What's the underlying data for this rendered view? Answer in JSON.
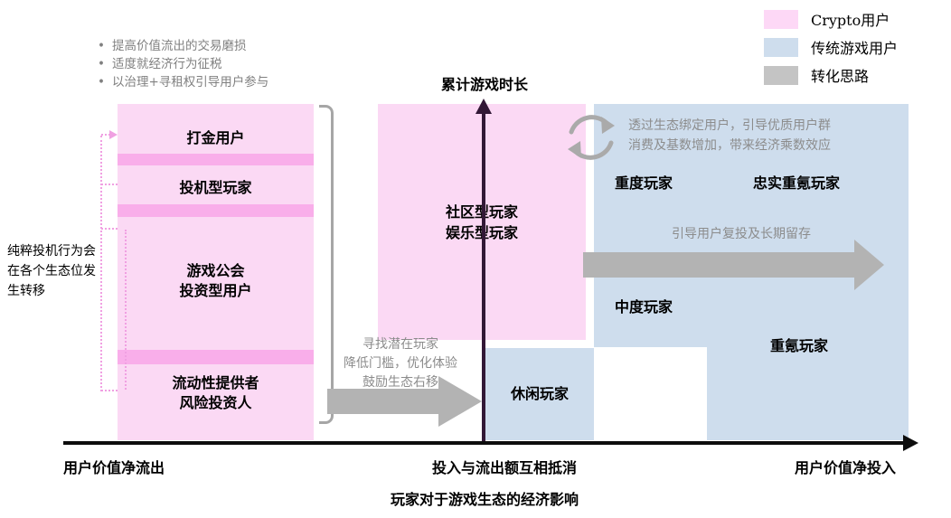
{
  "legend": {
    "items": [
      {
        "label": "Crypto用户",
        "color": "#fdd8f6"
      },
      {
        "label": "传统游戏用户",
        "color": "#cedded"
      },
      {
        "label": "转化思路",
        "color": "#c4c4c4"
      }
    ]
  },
  "governance_notes": {
    "bullet_char": "•",
    "bullets": [
      "提高价值流出的交易磨损",
      "适度就经济行为征税",
      "以治理+寻租权引导用户参与"
    ]
  },
  "side_note": {
    "lines": [
      "纯粹投机行为会",
      "在各个生态位发",
      "生转移"
    ]
  },
  "axes": {
    "y_axis_title": "累计游戏时长",
    "x_label_left": "用户价值净流出",
    "x_label_center": "投入与流出额互相抵消",
    "x_label_right": "用户价值净投入",
    "x_axis_caption": "玩家对于游戏生态的经济影响"
  },
  "crypto_column": {
    "segments": [
      {
        "lines": [
          "打金用户"
        ]
      },
      {
        "lines": [
          "投机型玩家"
        ]
      },
      {
        "lines": [
          "游戏公会",
          "投资型用户"
        ]
      },
      {
        "lines": [
          "流动性提供者",
          "风险投资人"
        ]
      }
    ]
  },
  "center_box": {
    "lines": [
      "社区型玩家",
      "娱乐型玩家"
    ]
  },
  "casual_box": {
    "label": "休闲玩家"
  },
  "traditional_labels": {
    "heavy": "重度玩家",
    "loyal_whale": "忠实重氪玩家",
    "mid": "中度玩家",
    "whale": "重氪玩家"
  },
  "annotations": {
    "ecosystem_bind": {
      "lines": [
        "透过生态绑定用户，引导优质用户群",
        "消费及基数增加，带来经济乘数效应"
      ]
    },
    "retention_arrow_label": "引导用户复投及长期留存",
    "funnel_arrow_label": {
      "lines": [
        "寻找潜在玩家",
        "降低门槛，优化体验",
        "鼓励生态右移"
      ]
    }
  },
  "colors": {
    "crypto_pink": "#fbd9f4",
    "crypto_pink_band": "#f9aeea",
    "traditional_blue": "#cedded",
    "conversion_gray": "#b3b3b3",
    "annotation_gray": "#8c8c8c",
    "axis_vertical": "#321836",
    "axis_horizontal": "#0d0d0d",
    "dotted_pink": "#f0a0e2"
  }
}
